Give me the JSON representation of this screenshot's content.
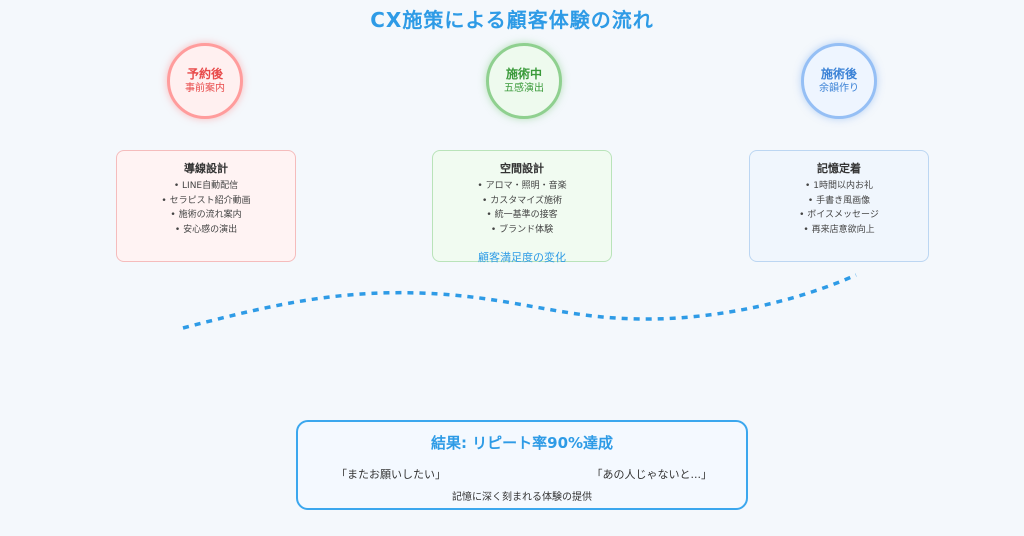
{
  "title": "CX施策による顧客体験の流れ",
  "stages": [
    {
      "name": "予約後",
      "sub": "事前案内",
      "color": "#e84a4a"
    },
    {
      "name": "施術中",
      "sub": "五感演出",
      "color": "#3a9a3a"
    },
    {
      "name": "施術後",
      "sub": "余韻作り",
      "color": "#3b82d6"
    }
  ],
  "cards": [
    {
      "title": "導線設計",
      "items": [
        "• LINE自動配信",
        "• セラピスト紹介動画",
        "• 施術の流れ案内",
        "• 安心感の演出"
      ]
    },
    {
      "title": "空間設計",
      "items": [
        "• アロマ・照明・音楽",
        "• カスタマイズ施術",
        "• 統一基準の接客",
        "• ブランド体験"
      ]
    },
    {
      "title": "記憶定着",
      "items": [
        "• 1時間以内お礼",
        "• 手書き風画像",
        "• ボイスメッセージ",
        "• 再来店意欲向上"
      ]
    }
  ],
  "satisfaction_label": "顧客満足度の変化",
  "wave_color": "#2e9be6",
  "result": {
    "title": "結果: リピート率90%達成",
    "quote_left": "「またお願いしたい」",
    "quote_right": "「あの人じゃないと...」",
    "caption": "記憶に深く刻まれる体験の提供"
  }
}
